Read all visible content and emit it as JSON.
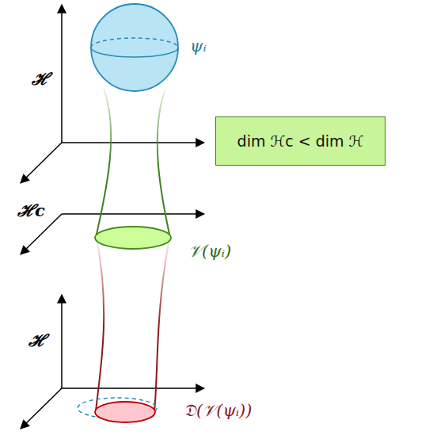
{
  "diagram": {
    "nodes": [
      {
        "text": [
          "dim ℋc < dim ℋ"
        ]
      }
    ],
    "labels": [
      "ψᵢ",
      "ℋ",
      "ℋc",
      "𝒱(ψᵢ)",
      "ℋ",
      "𝔇(𝒱(ψᵢ))"
    ]
  }
}
